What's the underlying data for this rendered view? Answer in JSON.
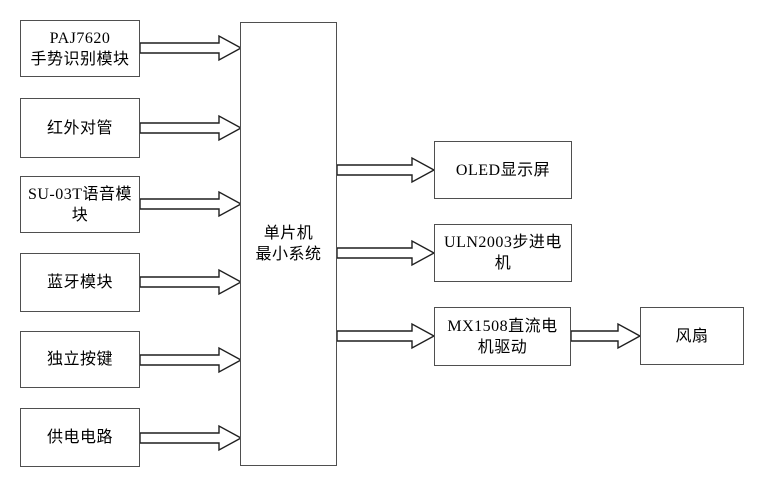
{
  "colors": {
    "background": "#ffffff",
    "box_border": "#4f4f4f",
    "arrow_stroke": "#1f1f1f",
    "arrow_fill": "#ffffff",
    "text": "#000000"
  },
  "nodes": {
    "inputs": [
      {
        "id": "paj7620",
        "lines": [
          "PAJ7620",
          "手势识别模块"
        ]
      },
      {
        "id": "ir",
        "lines": [
          "红外对管"
        ]
      },
      {
        "id": "su03t",
        "lines": [
          "SU-03T语音模块"
        ]
      },
      {
        "id": "bluetooth",
        "lines": [
          "蓝牙模块"
        ]
      },
      {
        "id": "keys",
        "lines": [
          "独立按键"
        ]
      },
      {
        "id": "power",
        "lines": [
          "供电电路"
        ]
      }
    ],
    "center": {
      "id": "mcu",
      "lines": [
        "单片机",
        "最小系统"
      ]
    },
    "outputs": [
      {
        "id": "oled",
        "lines": [
          "OLED显示屏"
        ]
      },
      {
        "id": "uln2003",
        "lines": [
          "ULN2003步进电机"
        ]
      },
      {
        "id": "mx1508",
        "lines": [
          "MX1508直流电机驱动"
        ]
      }
    ],
    "fan": {
      "id": "fan",
      "lines": [
        "风扇"
      ]
    }
  },
  "edges": [
    {
      "from": "paj7620",
      "to": "mcu"
    },
    {
      "from": "ir",
      "to": "mcu"
    },
    {
      "from": "su03t",
      "to": "mcu"
    },
    {
      "from": "bluetooth",
      "to": "mcu"
    },
    {
      "from": "keys",
      "to": "mcu"
    },
    {
      "from": "power",
      "to": "mcu"
    },
    {
      "from": "mcu",
      "to": "oled"
    },
    {
      "from": "mcu",
      "to": "uln2003"
    },
    {
      "from": "mcu",
      "to": "mx1508"
    },
    {
      "from": "mx1508",
      "to": "fan"
    }
  ]
}
